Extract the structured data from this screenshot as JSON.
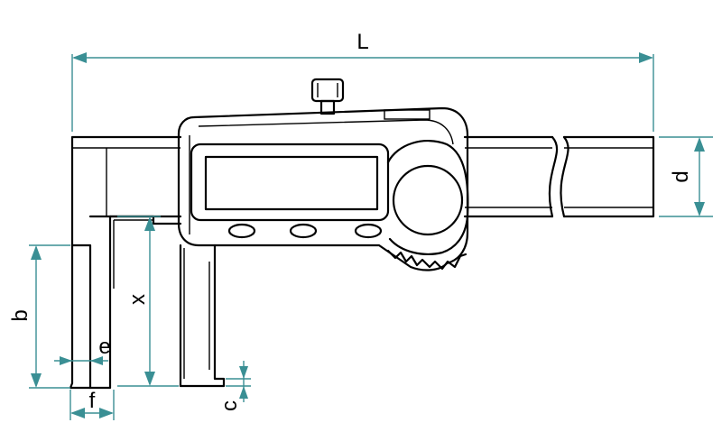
{
  "labels": {
    "L": "L",
    "d": "d",
    "b": "b",
    "x": "x",
    "e": "e",
    "f": "f",
    "c": "c"
  },
  "colors": {
    "outline": "#000000",
    "dimension": "#3a8f94",
    "background": "#ffffff"
  }
}
